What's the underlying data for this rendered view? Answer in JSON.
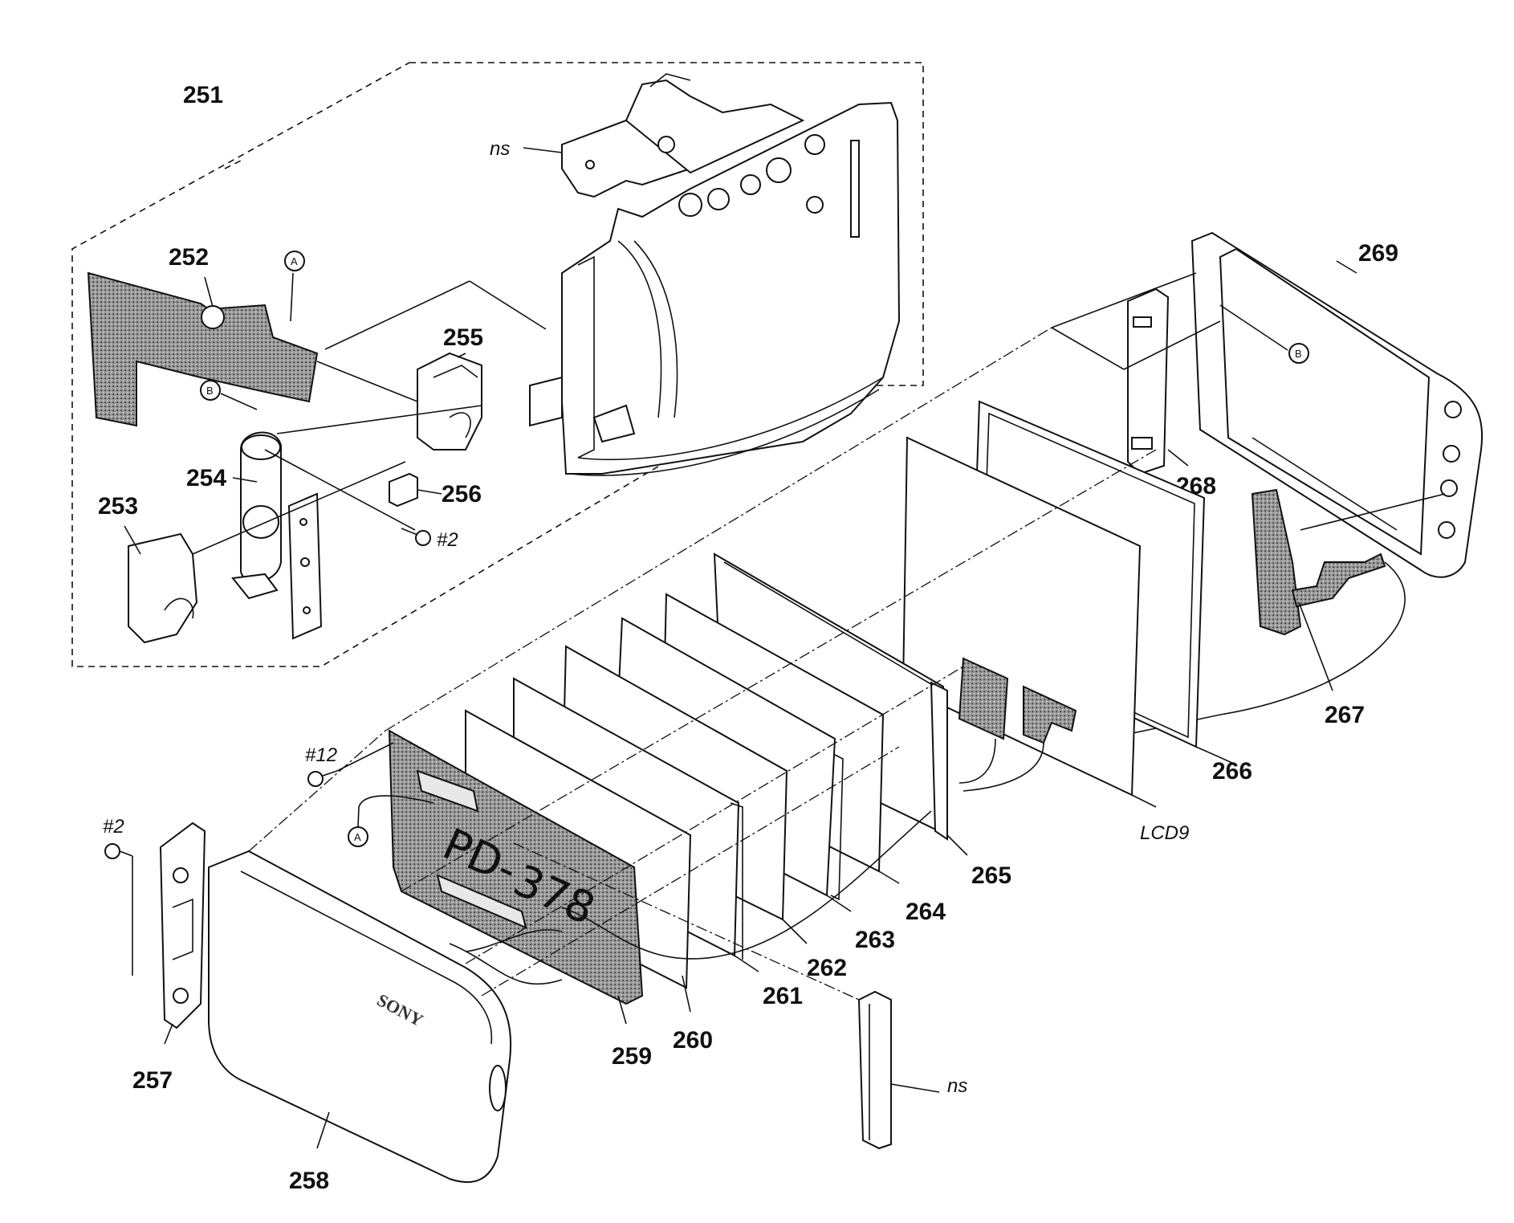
{
  "diagram": {
    "brand_text": "SONY",
    "board_text_1": "PD-",
    "board_text_2": "378",
    "labels": {
      "p251": "251",
      "p252": "252",
      "p253": "253",
      "p254": "254",
      "p255": "255",
      "p256": "256",
      "p257": "257",
      "p258": "258",
      "p259": "259",
      "p260": "260",
      "p261": "261",
      "p262": "262",
      "p263": "263",
      "p264": "264",
      "p265": "265",
      "p266": "266",
      "p267": "267",
      "p268": "268",
      "p269": "269",
      "lcd": "LCD9",
      "ns_top": "ns",
      "ns_bottom": "ns",
      "screw_2a": "#2",
      "screw_2b": "#2",
      "screw_12": "#12"
    },
    "refs": {
      "a1": "A",
      "a2": "A",
      "b1": "B",
      "b2": "B"
    }
  }
}
